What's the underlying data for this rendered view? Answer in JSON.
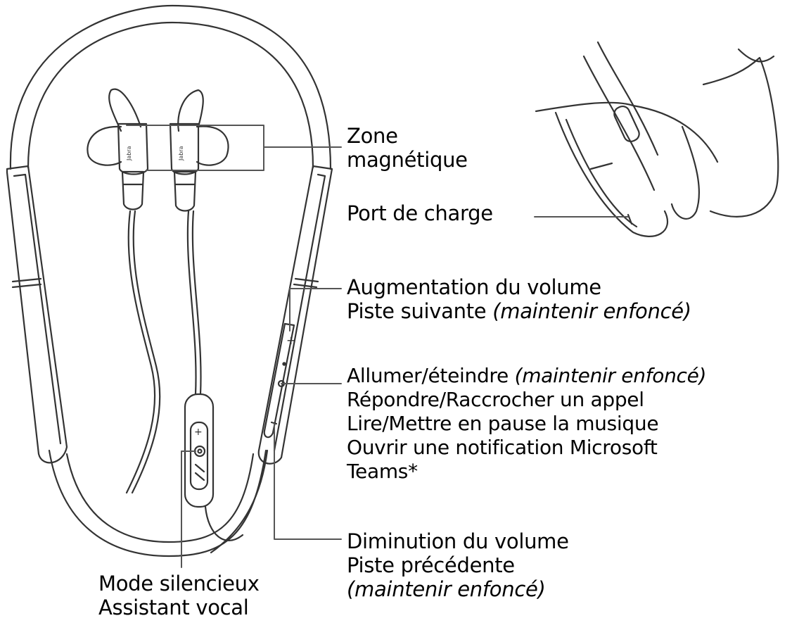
{
  "labels": {
    "zone": {
      "line1": "Zone",
      "line2": "magnétique"
    },
    "charging_port": "Port de charge",
    "volume_up": {
      "line1": "Augmentation du volume",
      "line2_text": "Piste suivante",
      "line2_note": "(maintenir enfoncé)"
    },
    "power": {
      "line1_text": "Allumer/éteindre",
      "line1_note": "(maintenir enfoncé)",
      "line2": "Répondre/Raccrocher un appel",
      "line3": "Lire/Mettre en pause la musique",
      "line4": "Ouvrir une notification Microsoft",
      "line5": "Teams*"
    },
    "volume_down": {
      "line1": "Diminution du volume",
      "line2": "Piste précédente",
      "line3_note": "(maintenir enfoncé)"
    },
    "mute": {
      "line1": "Mode silencieux",
      "line2": "Assistant vocal"
    }
  },
  "colors": {
    "ink": "#000000",
    "stroke": "#333333",
    "background": "#ffffff"
  }
}
